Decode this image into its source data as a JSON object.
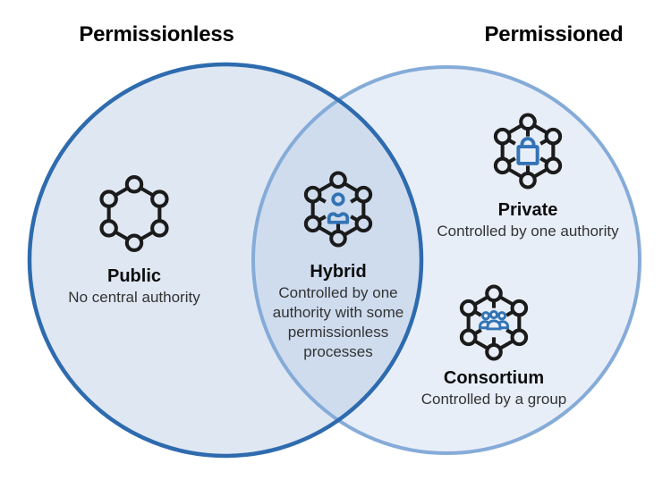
{
  "diagram": {
    "titles": {
      "left": "Permissionless",
      "right": "Permissioned"
    },
    "colors": {
      "left_circle_fill": "#dfe7f3",
      "left_circle_stroke": "#2e6bae",
      "right_circle_fill": "#e8eef8",
      "right_circle_stroke": "#85abd8",
      "overlap_fill": "#cfdcee",
      "icon_line": "#1b1b1b",
      "icon_accent": "#3273b5",
      "label_color": "#0d0d0d",
      "description_color": "#333333",
      "title_color": "#000000"
    },
    "nodes": [
      {
        "id": "public",
        "label": "Public",
        "description": "No central authority",
        "icon": "hexagon-network-icon",
        "region": "permissionless"
      },
      {
        "id": "hybrid",
        "label": "Hybrid",
        "description": "Controlled by one authority with some permissionless processes",
        "icon": "hexagon-network-person-icon",
        "region": "overlap"
      },
      {
        "id": "private",
        "label": "Private",
        "description": "Controlled by one authority",
        "icon": "hexagon-network-lock-icon",
        "region": "permissioned"
      },
      {
        "id": "consortium",
        "label": "Consortium",
        "description": "Controlled by a group",
        "icon": "hexagon-network-group-icon",
        "region": "permissioned"
      }
    ]
  }
}
